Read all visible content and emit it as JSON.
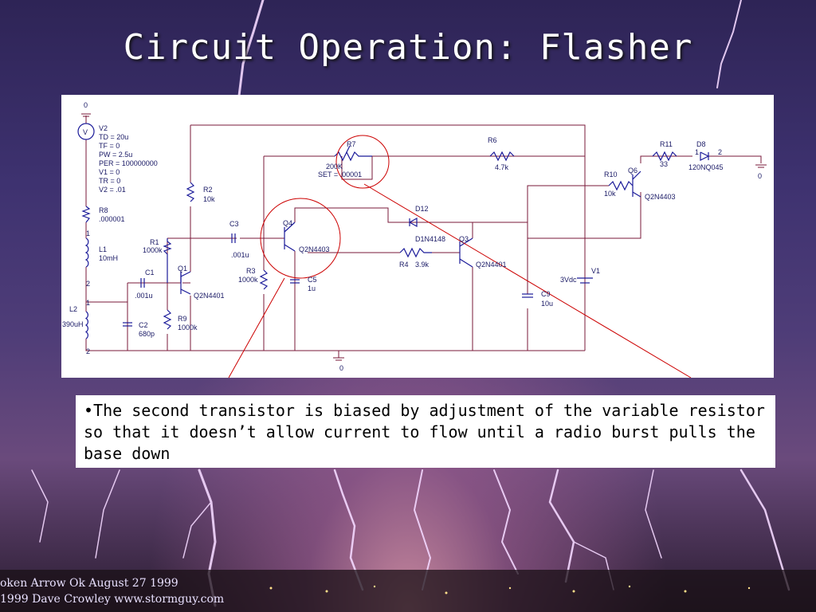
{
  "slide": {
    "title": "Circuit Operation: Flasher",
    "note": "•The second transistor is biased by adjustment of the variable resistor so that it doesn’t allow current to flow until a radio burst pulls the base down"
  },
  "photo_credit": {
    "line1": "oken Arrow Ok   August 27 1999",
    "line2": "1999  Dave Crowley   www.stormguy.com"
  },
  "schematic": {
    "ground_labels": [
      "0",
      "0",
      "0"
    ],
    "v2": {
      "name": "V2",
      "params": [
        "TD = 20u",
        "TF = 0",
        "PW = 2.5u",
        "PER = 100000000",
        "V1 = 0",
        "TR = 0",
        "V2 = .01"
      ],
      "symbol": "V"
    },
    "r8": {
      "name": "R8",
      "value": ".000001"
    },
    "l1": {
      "name": "L1",
      "value": "10mH",
      "pin1": "1",
      "pin2": "2"
    },
    "l2": {
      "name": "L2",
      "value": "390uH",
      "pin1": "1",
      "pin2": "2"
    },
    "c2": {
      "name": "C2",
      "value": "680p"
    },
    "r1": {
      "name": "R1",
      "value": "1000k"
    },
    "c1": {
      "name": "C1",
      "value": ".001u"
    },
    "q1": {
      "name": "Q1",
      "model": "Q2N4401"
    },
    "r9": {
      "name": "R9",
      "value": "1000k"
    },
    "r2": {
      "name": "R2",
      "value": "10k"
    },
    "c3": {
      "name": "C3",
      "value": ".001u"
    },
    "r3": {
      "name": "R3",
      "value": "1000k"
    },
    "q4": {
      "name": "Q4",
      "model": "Q2N4403"
    },
    "c5": {
      "name": "C5",
      "value": "1u"
    },
    "r7": {
      "name": "R7",
      "value": "200K",
      "set": "SET = .00001"
    },
    "r6": {
      "name": "R6",
      "value": "4.7k"
    },
    "d12": {
      "name": "D12",
      "model": "D1N4148"
    },
    "r4": {
      "name": "R4",
      "value": "3.9k"
    },
    "q3": {
      "name": "Q3",
      "model": "Q2N4401"
    },
    "c9": {
      "name": "C9",
      "value": "10u"
    },
    "v1": {
      "name": "V1",
      "value": "3Vdc"
    },
    "r10": {
      "name": "R10",
      "value": "10k"
    },
    "q6": {
      "name": "Q6",
      "model": "Q2N4403"
    },
    "r11": {
      "name": "R11",
      "value": "33"
    },
    "d8": {
      "name": "D8",
      "model": "120NQ045",
      "pin1": "1",
      "pin2": "2"
    }
  },
  "colors": {
    "wire": "#7a1a3a",
    "component": "#1a1a99",
    "annotation": "#cc0000",
    "label": "#1a1a66"
  }
}
